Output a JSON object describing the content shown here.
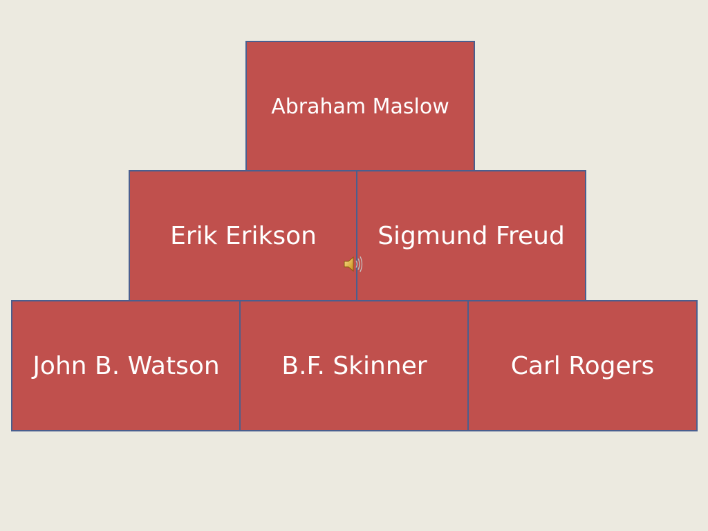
{
  "pyramid": {
    "top": "Abraham Maslow",
    "middle": [
      "Erik Erikson",
      "Sigmund Freud"
    ],
    "bottom": [
      "John B. Watson",
      "B.F. Skinner",
      "Carl Rogers"
    ]
  },
  "colors": {
    "background": "#ECEAE0",
    "block_fill": "#C0504D",
    "block_border": "#4A5F8F",
    "text": "#FFFFFF"
  },
  "icons": {
    "audio": "speaker-icon"
  }
}
